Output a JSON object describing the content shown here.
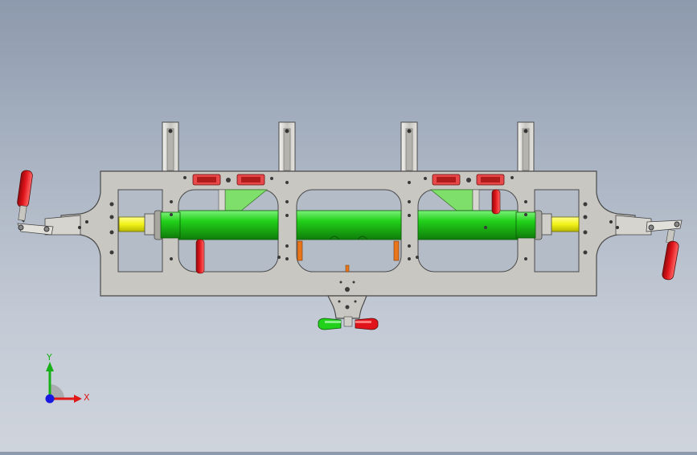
{
  "scene": {
    "model": "fixture-frame-assembly",
    "colors": {
      "background_top": "#8d9aad",
      "background_bottom": "#cfd4dc",
      "frame": "#c9c7c1",
      "frame_edge": "#4a4a4a",
      "shaft": "#22d11a",
      "shaft_shade": "#148f0e",
      "axle_end": "#f2f21a",
      "handle": "#e0141a",
      "clamp_pad": "#e84848",
      "support_green": "#7ee06a",
      "bracket": "#d6d4cf",
      "orange_part": "#e8751a"
    }
  },
  "triad": {
    "x_label": "X",
    "y_label": "Y",
    "x_color": "#e01818",
    "y_color": "#18b018",
    "z_color": "#1818e0"
  }
}
